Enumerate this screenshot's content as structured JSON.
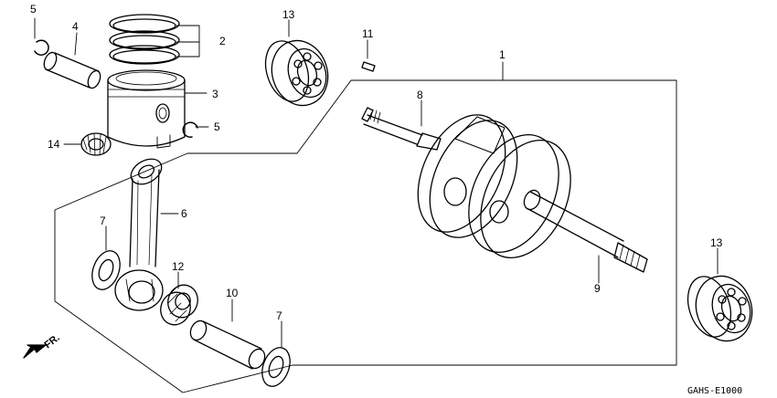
{
  "diagram": {
    "callouts": [
      "1",
      "2",
      "3",
      "4",
      "5",
      "5",
      "6",
      "7",
      "7",
      "8",
      "9",
      "10",
      "11",
      "12",
      "13",
      "13",
      "14"
    ],
    "front_marker": "FR.",
    "drawing_code": "GAHS-E1000"
  }
}
